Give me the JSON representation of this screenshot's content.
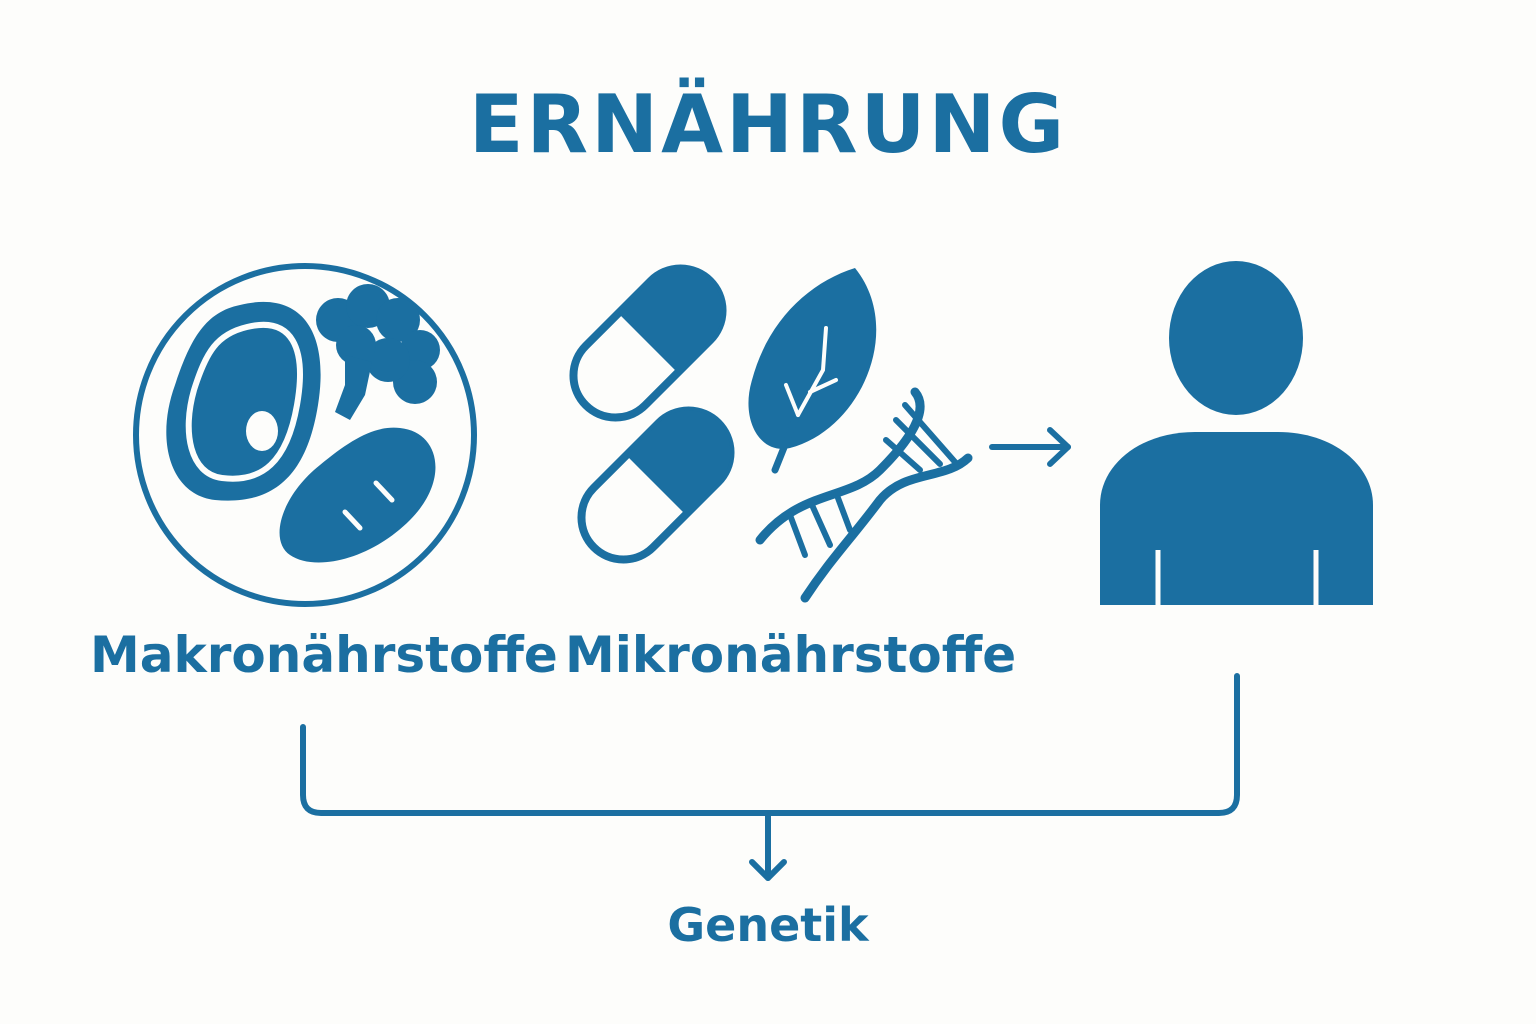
{
  "title": "ERNÄHRUNG",
  "labels": {
    "makro": "Makronährstoffe",
    "mikro": "Mikronährstoffe",
    "genetik": "Genetik"
  },
  "icons": {
    "plate": "plate-with-meat-broccoli-potato-icon",
    "pills": "capsule-pills-icon",
    "leaf": "leaf-icon",
    "dna": "dna-helix-icon",
    "person": "person-icon"
  },
  "colors": {
    "primary": "#1b6fa1",
    "background": "#fdfdfb"
  }
}
